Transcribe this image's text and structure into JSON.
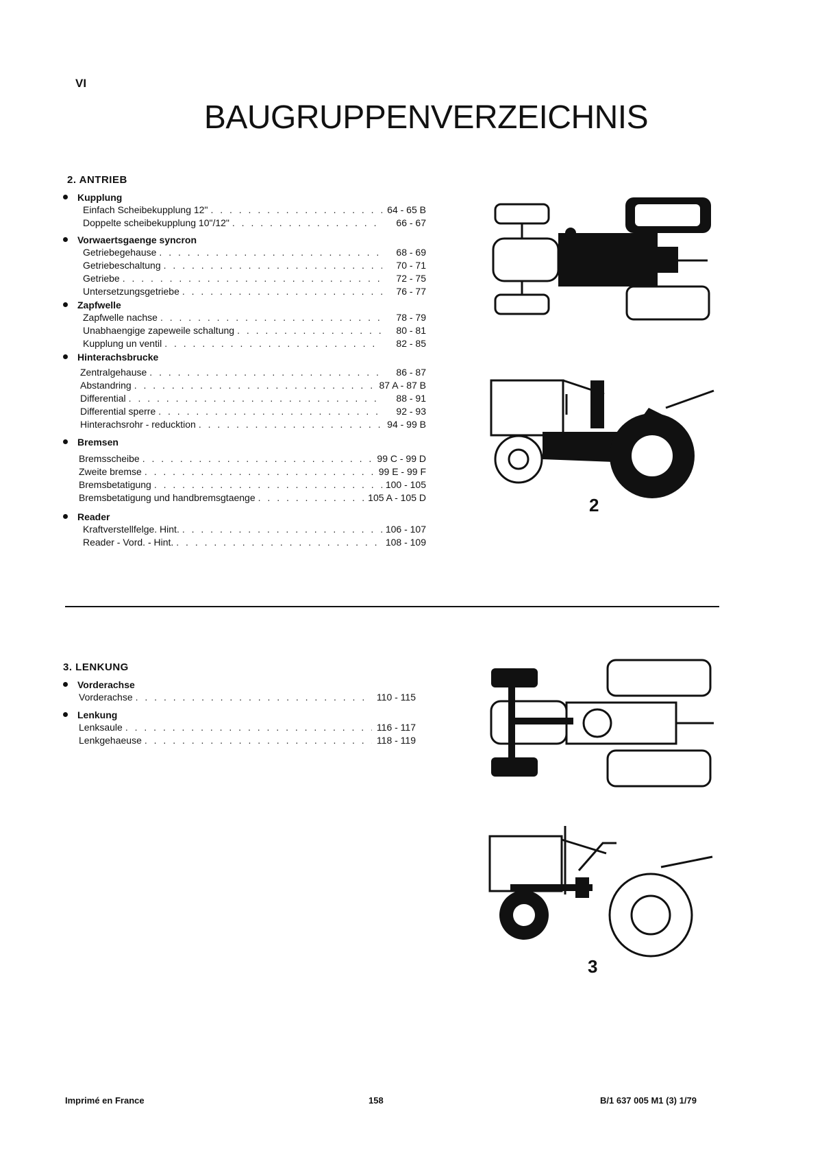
{
  "page": {
    "roman": "VI",
    "title": "BAUGRUPPENVERZEICHNIS"
  },
  "section2": {
    "title": "2. ANTRIEB",
    "groups": [
      {
        "name": "Kupplung",
        "entries": [
          {
            "label": "Einfach Scheibekupplung 12\"",
            "pages": "64 - 65 B"
          },
          {
            "label": "Doppelte scheibekupplung 10\"/12\"",
            "pages": "66 - 67"
          }
        ]
      },
      {
        "name": "Vorwaertsgaenge syncron",
        "entries": [
          {
            "label": "Getriebegehause",
            "pages": "68 - 69"
          },
          {
            "label": "Getriebeschaltung",
            "pages": "70 - 71"
          },
          {
            "label": "Getriebe",
            "pages": "72 - 75"
          },
          {
            "label": "Untersetzungsgetriebe",
            "pages": "76 - 77"
          }
        ]
      },
      {
        "name": "Zapfwelle",
        "entries": [
          {
            "label": "Zapfwelle nachse",
            "pages": "78 - 79"
          },
          {
            "label": "Unabhaengige zapeweile schaltung",
            "pages": "80 - 81"
          },
          {
            "label": "Kupplung un ventil",
            "pages": "82 - 85"
          }
        ]
      },
      {
        "name": "Hinterachsbrucke",
        "entries": [
          {
            "label": "Zentralgehause",
            "pages": "86 - 87"
          },
          {
            "label": "Abstandring",
            "pages": "87 A - 87 B"
          },
          {
            "label": "Differential",
            "pages": "88 - 91"
          },
          {
            "label": "Differential sperre",
            "pages": "92 - 93"
          },
          {
            "label": "Hinterachsrohr - reducktion",
            "pages": "94 - 99 B"
          }
        ]
      },
      {
        "name": "Bremsen",
        "entries": [
          {
            "label": "Bremsscheibe",
            "pages": "99 C - 99 D"
          },
          {
            "label": "Zweite bremse",
            "pages": "99 E - 99 F"
          },
          {
            "label": "Bremsbetatigung",
            "pages": "100 - 105"
          },
          {
            "label": "Bremsbetatigung und handbremsgtaenge",
            "pages": "105 A - 105 D"
          }
        ]
      },
      {
        "name": "Reader",
        "entries": [
          {
            "label": "Kraftverstellfelge. Hint.",
            "pages": "106 - 107"
          },
          {
            "label": "Reader - Vord. - Hint.",
            "pages": "108 - 109"
          }
        ]
      }
    ],
    "figure_number": "2"
  },
  "section3": {
    "title": "3. LENKUNG",
    "groups": [
      {
        "name": "Vorderachse",
        "entries": [
          {
            "label": "Vorderachse",
            "pages": "110 - 115"
          }
        ]
      },
      {
        "name": "Lenkung",
        "entries": [
          {
            "label": "Lenksaule",
            "pages": "116 - 117"
          },
          {
            "label": "Lenkgehaeuse",
            "pages": "118 - 119"
          }
        ]
      }
    ],
    "figure_number": "3"
  },
  "footer": {
    "left": "Imprimé en France",
    "center": "158",
    "right": "B/1 637 005 M1 (3) 1/79"
  }
}
